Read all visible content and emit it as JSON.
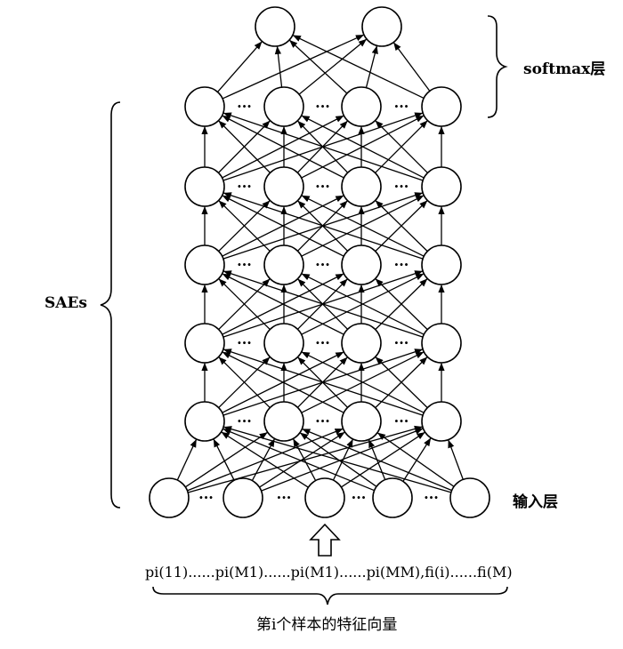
{
  "labels": {
    "softmax": "softmax层",
    "saes": "SAEs",
    "input_layer": "输入层",
    "feature_sequence": "pi(11)......pi(M1)......pi(M1)......pi(MM),fi(i)......fi(M)",
    "feature_vector_caption": "第i个样本的特征向量",
    "ellipsis": "···"
  },
  "network": {
    "output_nodes": 2,
    "hidden_layers": 5,
    "hidden_nodes_per_layer": 4,
    "input_nodes": 5
  }
}
